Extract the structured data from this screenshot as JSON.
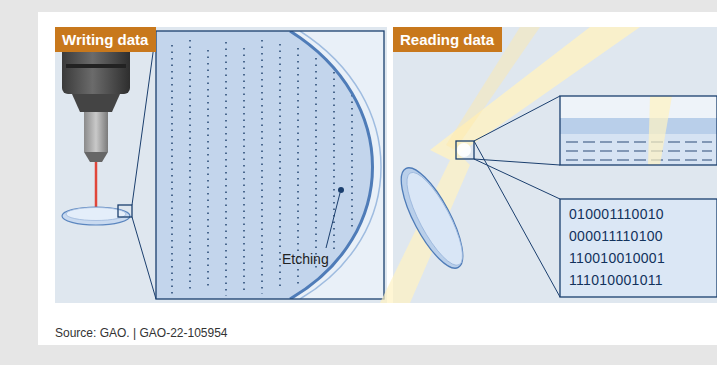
{
  "diagram": {
    "caption": "Source: GAO. | GAO-22-105954",
    "nodes": [
      {
        "text": [
          "Writing data"
        ]
      },
      {
        "text": [
          "Reading data"
        ]
      }
    ],
    "labels": [
      "Etching",
      "010001110010",
      "000011110100",
      "110010010001",
      "111010001011"
    ]
  }
}
